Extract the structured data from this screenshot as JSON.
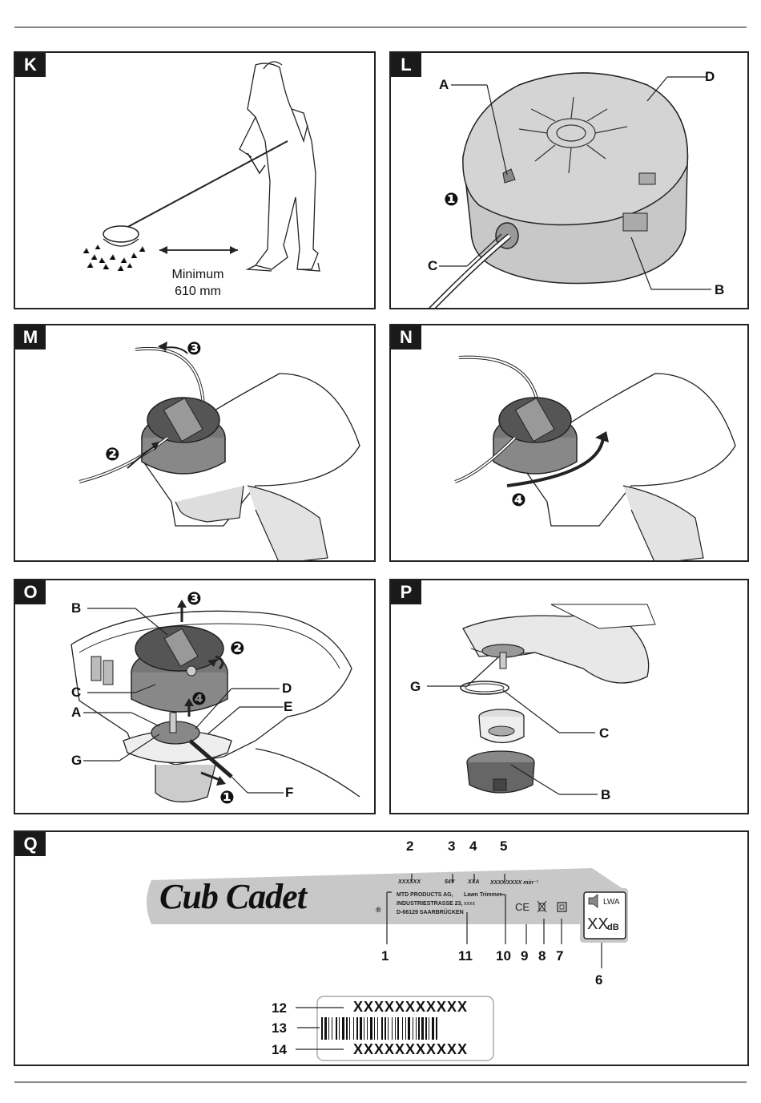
{
  "panels": {
    "k": {
      "tag": "K",
      "caption_line1": "Minimum",
      "caption_line2": "610 mm"
    },
    "l": {
      "tag": "L",
      "a": "A",
      "b": "B",
      "c": "C",
      "d": "D",
      "step": "❶"
    },
    "m": {
      "tag": "M",
      "step2": "❷",
      "step3": "❸"
    },
    "n": {
      "tag": "N",
      "step4": "❹"
    },
    "o": {
      "tag": "O",
      "a": "A",
      "b": "B",
      "c": "C",
      "d": "D",
      "e": "E",
      "f": "F",
      "g": "G",
      "step1": "❶",
      "step2": "❷",
      "step3": "❸",
      "step4": "❹"
    },
    "p": {
      "tag": "P",
      "b": "B",
      "c": "C",
      "g": "G"
    },
    "q": {
      "tag": "Q",
      "brand": "Cub Cadet",
      "reg": "®",
      "field2": "XXXXXX",
      "field3": "54V",
      "field4": "XXA",
      "field5": "XXXX/XXXX min⁻¹",
      "address1": "MTD PRODUCTS AG,",
      "address2": "INDUSTRIESTRASSE 23,",
      "address3": "D-66129 SAARBRÜCKEN",
      "product": "Lawn Trimmer",
      "product_code": "xxxx",
      "ce": "CE",
      "lwa": "LWA",
      "db_value": "XX",
      "db_unit": "dB",
      "numbers": [
        "1",
        "2",
        "3",
        "4",
        "5",
        "6",
        "7",
        "8",
        "9",
        "10",
        "11",
        "12",
        "13",
        "14"
      ],
      "barcode_top": "XXXXXXXXXXX",
      "barcode_bottom": "XXXXXXXXXXX"
    }
  }
}
